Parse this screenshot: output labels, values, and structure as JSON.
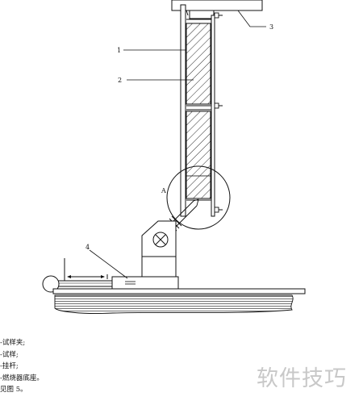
{
  "callouts": {
    "c1": "1",
    "c2": "2",
    "c3": "3",
    "c4": "4",
    "detail": "A"
  },
  "legend": [
    "-试样夹;",
    "-试样;",
    "-挂杆;",
    "-燃烧器底座。",
    "见图 5。"
  ],
  "watermark": "软件技巧",
  "colors": {
    "ink": "#111111",
    "watermark": "#c8c8c8"
  }
}
